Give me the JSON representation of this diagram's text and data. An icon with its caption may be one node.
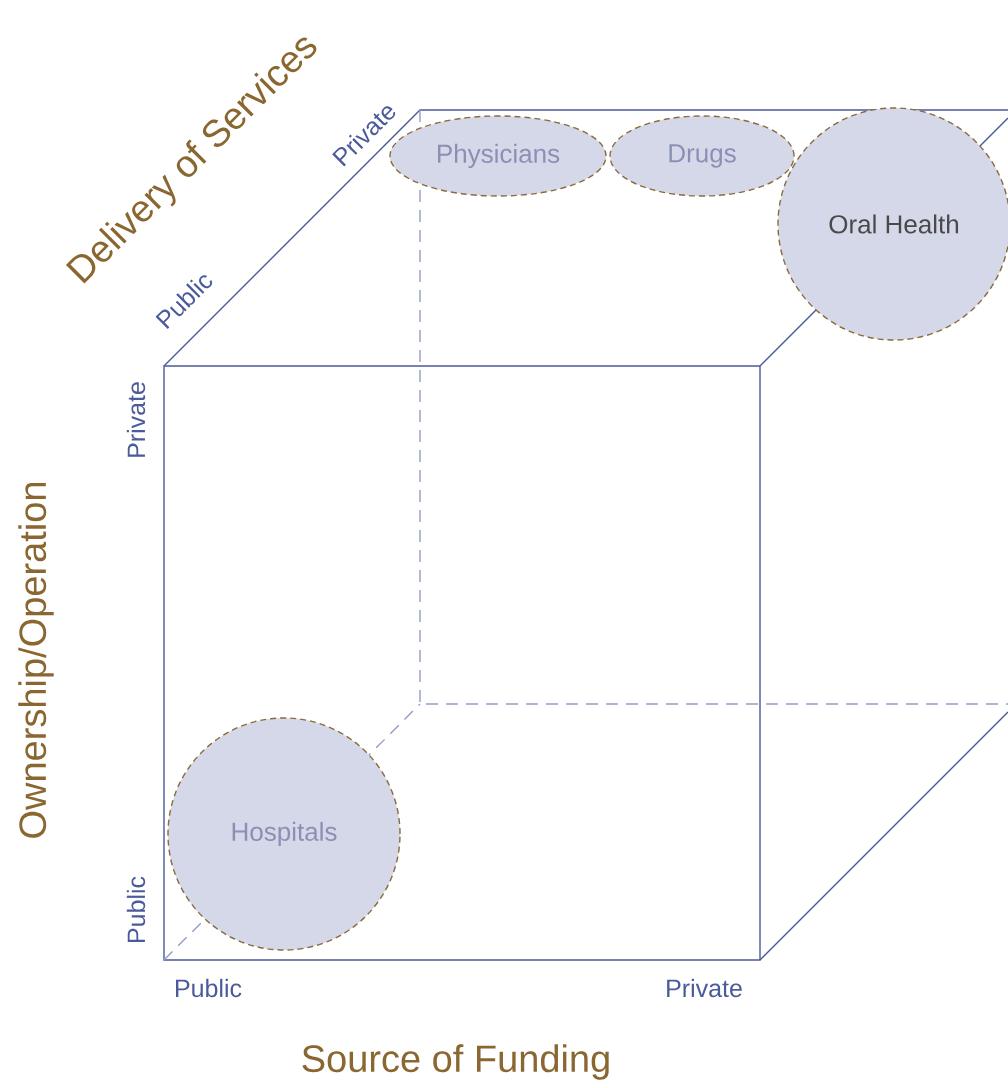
{
  "diagram": {
    "nodes": [
      {
        "text": [
          "Physicians"
        ]
      },
      {
        "text": [
          "Drugs"
        ]
      },
      {
        "text": [
          "Oral Health"
        ]
      },
      {
        "text": [
          "Hospitals"
        ]
      }
    ],
    "labels": [
      "Delivery of Services",
      "Private",
      "Public",
      "Private",
      "Ownership/Operation",
      "Public",
      "Public",
      "Private",
      "Source of Funding"
    ]
  }
}
